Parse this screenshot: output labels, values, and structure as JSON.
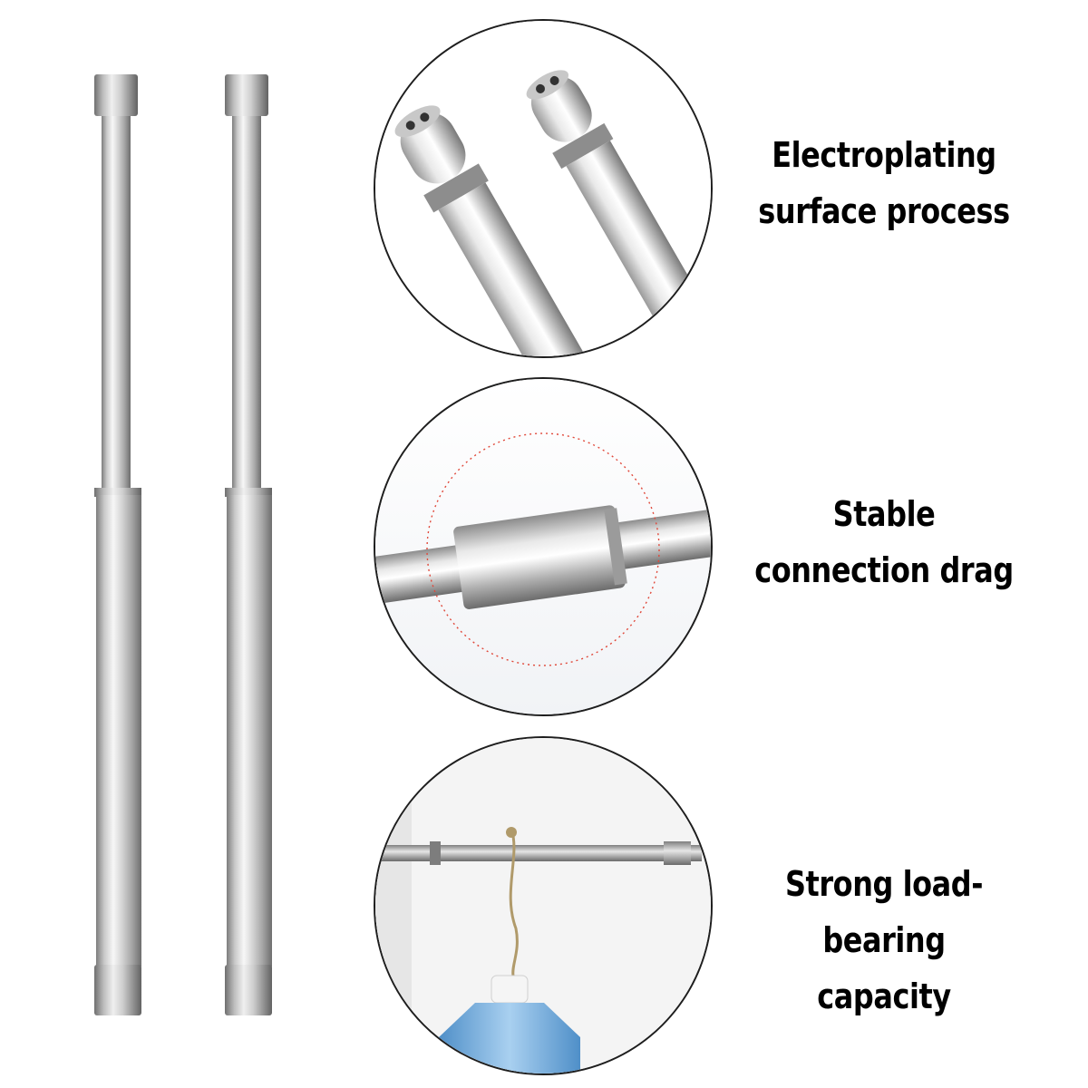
{
  "features": [
    {
      "line1": "Electroplating",
      "line2": "surface process"
    },
    {
      "line1": "Stable",
      "line2": "connection drag"
    },
    {
      "line1": "Strong load-bearing",
      "line2": "capacity"
    }
  ],
  "colors": {
    "background": "#ffffff",
    "text": "#000000",
    "outline": "#1e1e1e",
    "steel_light": "#f2f2f2",
    "steel_dark": "#8a8a8a",
    "dotted_ring": "#e0483a",
    "water_bottle": "#6aa8dd"
  },
  "images": [
    {
      "name": "telescopic-rods-pair"
    },
    {
      "name": "rod-end-caps-closeup"
    },
    {
      "name": "rod-connector-closeup"
    },
    {
      "name": "rod-holding-water-jug"
    }
  ]
}
